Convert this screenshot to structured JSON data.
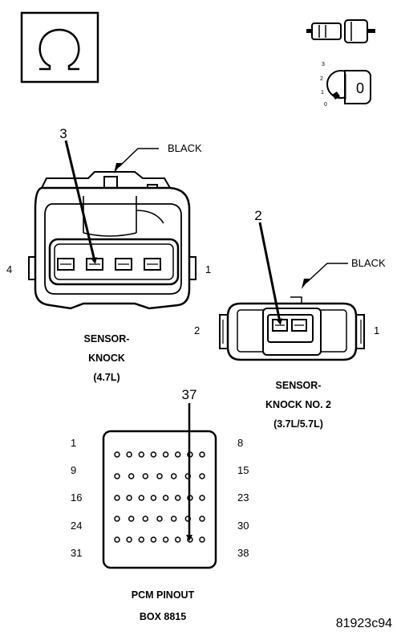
{
  "icons": {
    "ohm_meter": "ohm-symbol-icon",
    "connector": "connector-plug-icon",
    "ignition": "ignition-key-icon",
    "ignition_positions": [
      "3",
      "2",
      "1",
      "0"
    ],
    "ignition_key_label": "0"
  },
  "knock_sensor": {
    "pin_callout": "3",
    "wire_color": "BLACK",
    "left_pin": "4",
    "right_pin": "1",
    "caption": [
      "SENSOR-",
      "KNOCK",
      "(4.7L)"
    ]
  },
  "knock_sensor_2": {
    "pin_callout": "2",
    "wire_color": "BLACK",
    "left_pin": "2",
    "right_pin": "1",
    "caption": [
      "SENSOR-",
      "KNOCK NO. 2",
      "(3.7L/5.7L)"
    ]
  },
  "pcm": {
    "pin_callout": "37",
    "left_labels": [
      "1",
      "9",
      "16",
      "24",
      "31"
    ],
    "right_labels": [
      "8",
      "15",
      "23",
      "30",
      "38"
    ],
    "caption": [
      "PCM PINOUT",
      "BOX 8815"
    ]
  },
  "figure_id": "81923c94"
}
